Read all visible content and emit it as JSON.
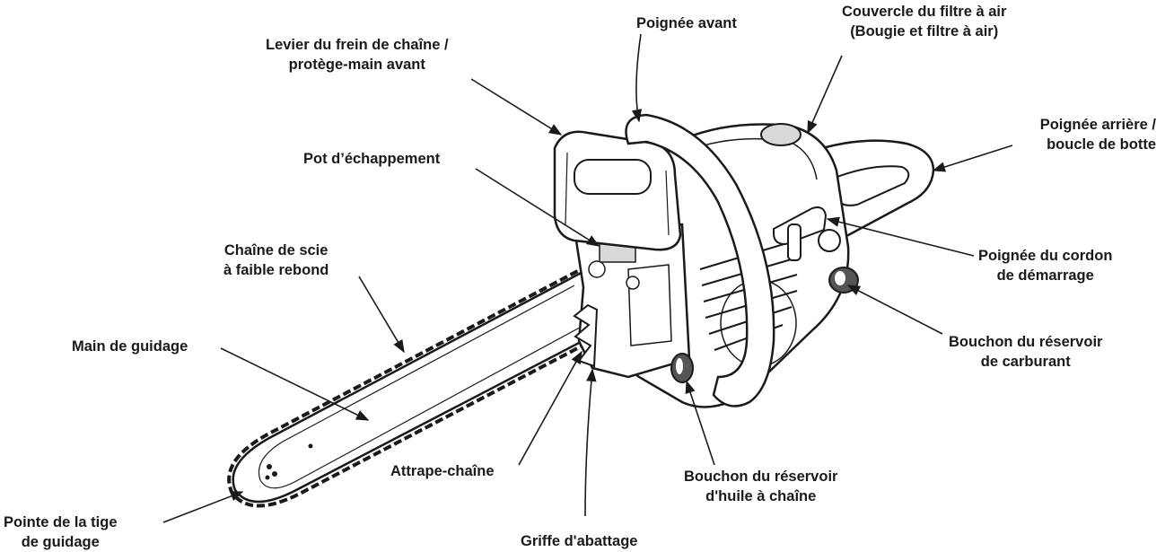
{
  "labels": {
    "front_handle": [
      "Poignée avant"
    ],
    "brake_lever": [
      "Levier du frein de chaîne /",
      "protège-main avant"
    ],
    "air_filter_cover": [
      "Couvercle du filtre à air",
      "(Bougie et filtre à air)"
    ],
    "rear_handle": [
      "Poignée arrière /",
      "boucle de botte"
    ],
    "muffler": [
      "Pot d’échappement"
    ],
    "saw_chain": [
      "Chaîne de scie",
      "à faible rebond"
    ],
    "starter_grip": [
      "Poignée du cordon",
      "de démarrage"
    ],
    "guide_bar": [
      "Main de guidage"
    ],
    "fuel_cap": [
      "Bouchon du réservoir",
      "de carburant"
    ],
    "chain_catcher": [
      "Attrape-chaîne"
    ],
    "oil_cap": [
      "Bouchon du réservoir",
      "d'huile à chaîne"
    ],
    "bar_tip": [
      "Pointe de la tige",
      "de guidage"
    ],
    "bumper_spike": [
      "Griffe d'abattage"
    ]
  },
  "colors": {
    "ink": "#1a1a1a",
    "fill": "#ffffff",
    "shade": "#d9d9d9",
    "dark": "#555555"
  }
}
